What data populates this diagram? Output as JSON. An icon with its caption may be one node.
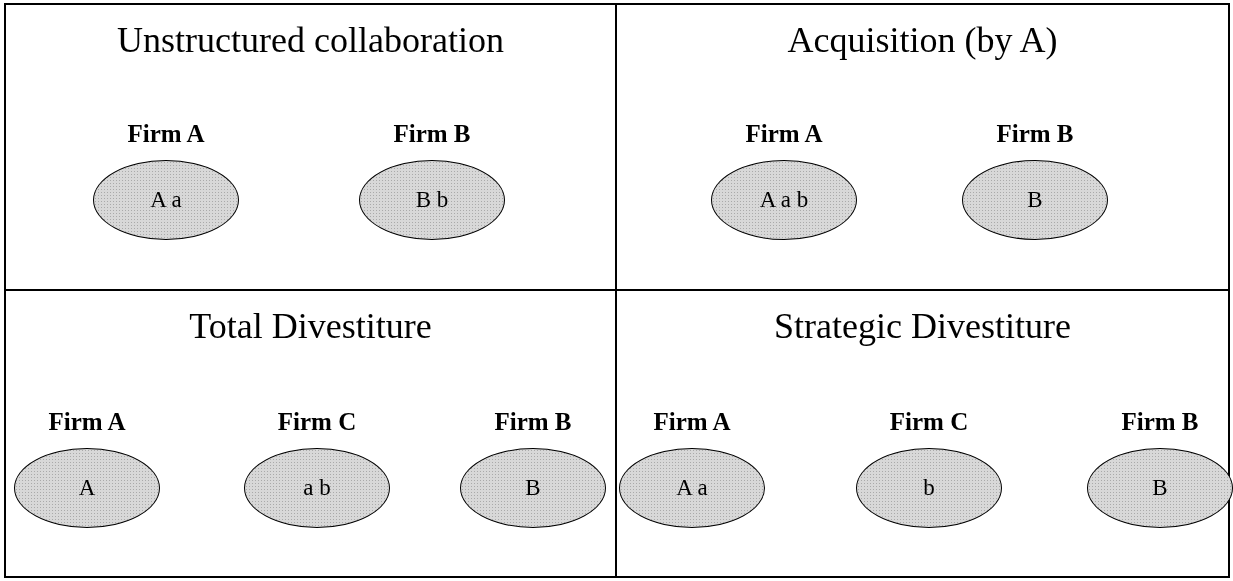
{
  "diagram": {
    "nodes": [
      {
        "text": [
          "Unstructured collaboration"
        ]
      },
      {
        "text": [
          "Firm A",
          "A a"
        ],
        "in": 0
      },
      {
        "text": [
          "Firm B",
          "B b"
        ],
        "in": 0
      },
      {
        "text": [
          "Acquisition (by A)"
        ]
      },
      {
        "text": [
          "Firm A",
          "A a b"
        ],
        "in": 3
      },
      {
        "text": [
          "Firm B",
          "B"
        ],
        "in": 3
      },
      {
        "text": [
          "Total Divestiture"
        ]
      },
      {
        "text": [
          "Firm A",
          "A"
        ],
        "in": 6
      },
      {
        "text": [
          "Firm C",
          "a b"
        ],
        "in": 6
      },
      {
        "text": [
          "Firm B",
          "B"
        ],
        "in": 6
      },
      {
        "text": [
          "Strategic Divestiture"
        ]
      },
      {
        "text": [
          "Firm A",
          "A a"
        ],
        "in": 10
      },
      {
        "text": [
          "Firm C",
          "b"
        ],
        "in": 10
      },
      {
        "text": [
          "Firm B",
          "B"
        ],
        "in": 10
      }
    ]
  }
}
